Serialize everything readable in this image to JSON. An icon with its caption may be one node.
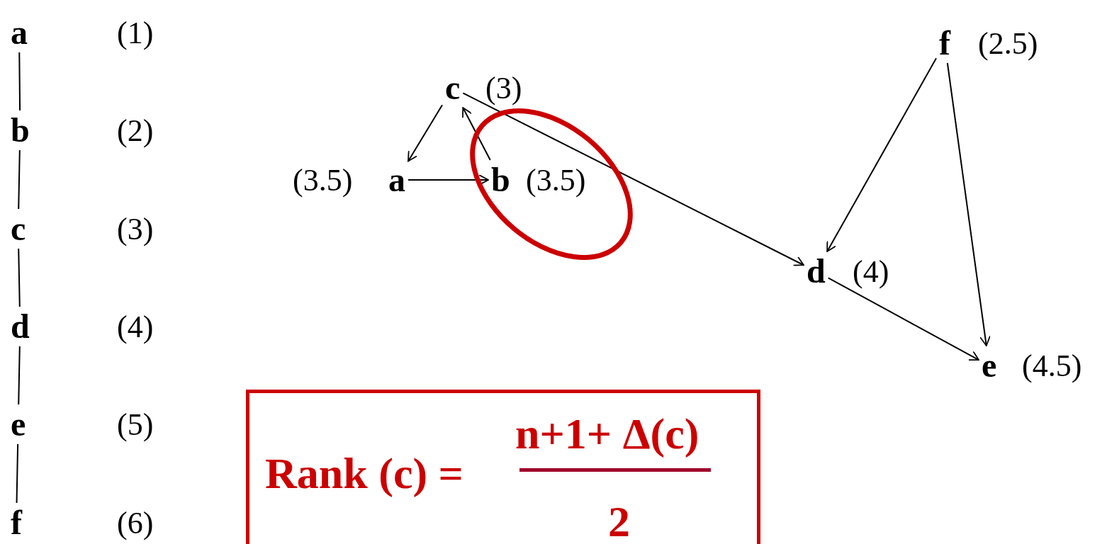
{
  "diagram": {
    "nodes": [
      {
        "text": [
          "a"
        ],
        "beside": [
          "(1)"
        ]
      },
      {
        "text": [
          "b"
        ],
        "beside": [
          "(2)"
        ]
      },
      {
        "text": [
          "c"
        ],
        "beside": [
          "(3)"
        ]
      },
      {
        "text": [
          "d"
        ],
        "beside": [
          "(4)"
        ]
      },
      {
        "text": [
          "e"
        ],
        "beside": [
          "(5)"
        ]
      },
      {
        "text": [
          "f"
        ],
        "beside": [
          "(6)"
        ]
      },
      {
        "text": [
          "f"
        ],
        "beside": [
          "(2.5)"
        ]
      },
      {
        "text": [
          "c"
        ],
        "beside": [
          "(3)"
        ]
      },
      {
        "text": [
          "a"
        ],
        "beside": [
          "(3.5)"
        ]
      },
      {
        "text": [
          "b"
        ],
        "beside": [
          "(3.5)"
        ]
      },
      {
        "text": [
          "d"
        ],
        "beside": [
          "(4)"
        ]
      },
      {
        "text": [
          "e"
        ],
        "beside": [
          "(4.5)"
        ]
      },
      {
        "text": [
          "Rank (c) =",
          "n+1+ Δ(c)",
          "2"
        ]
      }
    ],
    "edges": [
      {
        "from": 0,
        "to": 1,
        "arrow": "none"
      },
      {
        "from": 1,
        "to": 2,
        "arrow": "none"
      },
      {
        "from": 2,
        "to": 3,
        "arrow": "none"
      },
      {
        "from": 3,
        "to": 4,
        "arrow": "none"
      },
      {
        "from": 4,
        "to": 5,
        "arrow": "none"
      },
      {
        "from": 7,
        "to": 8,
        "arrow": "to"
      },
      {
        "from": 9,
        "to": 7,
        "arrow": "to"
      },
      {
        "from": 8,
        "to": 9,
        "arrow": "to"
      },
      {
        "from": 7,
        "to": 10,
        "arrow": "to"
      },
      {
        "from": 6,
        "to": 10,
        "arrow": "to"
      },
      {
        "from": 6,
        "to": 11,
        "arrow": "to"
      },
      {
        "from": 10,
        "to": 11,
        "arrow": "to"
      }
    ]
  }
}
